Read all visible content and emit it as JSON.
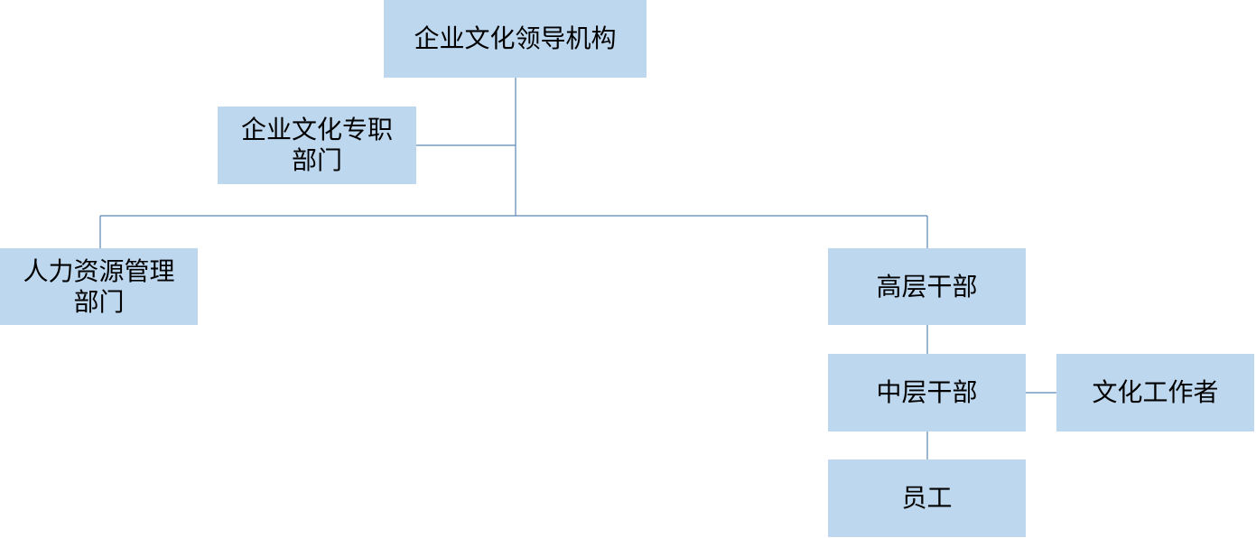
{
  "nodes": {
    "leadership": "企业文化领导机构",
    "culture_dept": "企业文化专职部门",
    "hr_dept": "人力资源管理部门",
    "senior_cadre": "高层干部",
    "middle_cadre": "中层干部",
    "culture_worker": "文化工作者",
    "employee": "员工"
  },
  "colors": {
    "node_fill": "#bdd7ee",
    "connector": "#5b87b5",
    "text": "#000000"
  }
}
